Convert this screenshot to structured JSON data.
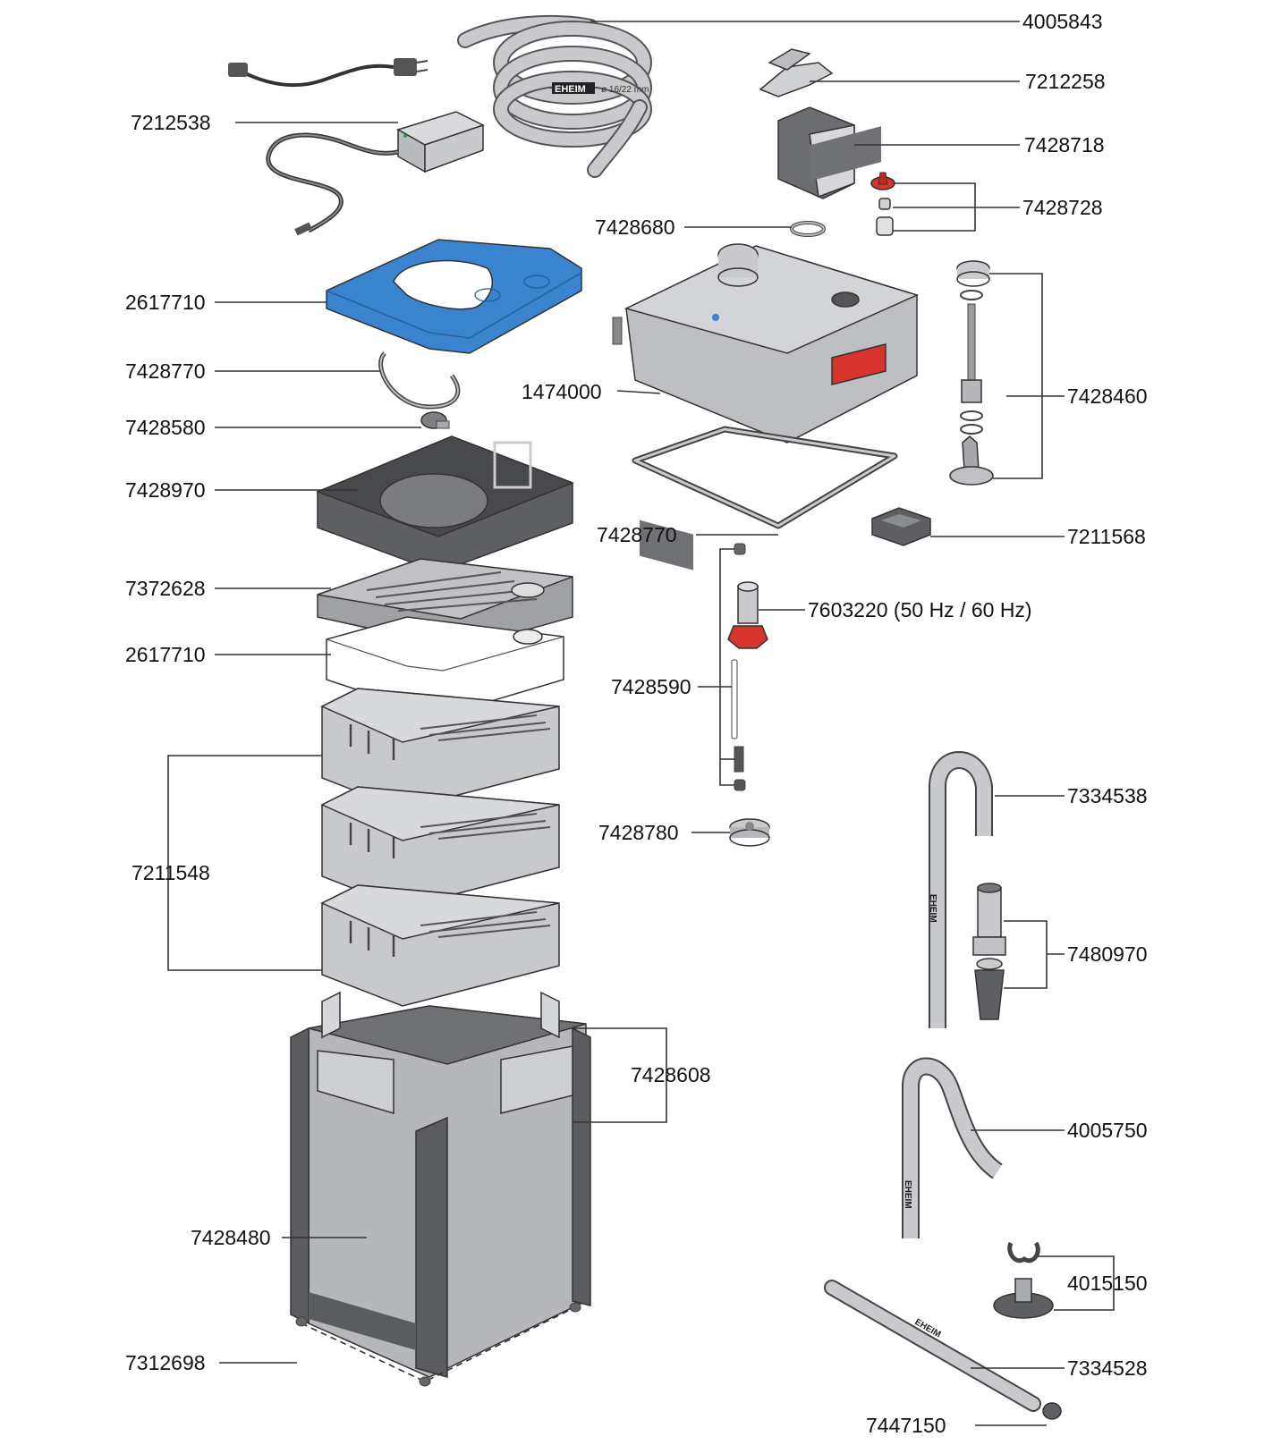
{
  "title": "EHEIM canister filter exploded spare parts diagram",
  "colors": {
    "foam_blue": "#3a83cf",
    "impeller_red": "#d8342e",
    "part_grey": "#c5c7cb",
    "dark_grey": "#5d5f63",
    "line": "#333333"
  },
  "hose_print": {
    "brand": "EHEIM",
    "size": "ø 16/22 mm"
  },
  "brand_marks": [
    "EHEIM",
    "EHEIM",
    "EHEIM"
  ],
  "parts": [
    {
      "id": "4005843",
      "label": "4005843",
      "name": "Hose ø16/22 mm"
    },
    {
      "id": "7212258",
      "label": "7212258",
      "name": "Hose clip"
    },
    {
      "id": "7428718",
      "label": "7428718",
      "name": "Adapter/shut-off valve block"
    },
    {
      "id": "7428728",
      "label": "7428728",
      "name": "Valve parts set (red knob, bushings)"
    },
    {
      "id": "7212538",
      "label": "7212538",
      "name": "Power supply with cable"
    },
    {
      "id": "7428680",
      "label": "7428680",
      "name": "Sealing ring"
    },
    {
      "id": "2617710a",
      "label": "2617710",
      "name": "Blue filter pad"
    },
    {
      "id": "7428770a",
      "label": "7428770",
      "name": "Sealing ring (top)"
    },
    {
      "id": "1474000",
      "label": "1474000",
      "name": "Pump head"
    },
    {
      "id": "7428460",
      "label": "7428460",
      "name": "Priming / rod assembly"
    },
    {
      "id": "7428580",
      "label": "7428580",
      "name": "Small clip"
    },
    {
      "id": "7428970",
      "label": "7428970",
      "name": "Pre-filter tray"
    },
    {
      "id": "7428770b",
      "label": "7428770",
      "name": "Sealing ring (pump head)"
    },
    {
      "id": "7211568",
      "label": "7211568",
      "name": "Bracket"
    },
    {
      "id": "7372628",
      "label": "7372628",
      "name": "Filter grid"
    },
    {
      "id": "7603220",
      "label": "7603220 (50 Hz / 60 Hz)",
      "name": "Impeller"
    },
    {
      "id": "2617710b",
      "label": "2617710",
      "name": "White filter pad"
    },
    {
      "id": "7428590",
      "label": "7428590",
      "name": "Impeller shaft set"
    },
    {
      "id": "7211548",
      "label": "7211548",
      "name": "Filter basket (x3)"
    },
    {
      "id": "7428780",
      "label": "7428780",
      "name": "Impeller cover"
    },
    {
      "id": "7334538",
      "label": "7334538",
      "name": "Intake pipe"
    },
    {
      "id": "7480970",
      "label": "7480970",
      "name": "Intake strainer"
    },
    {
      "id": "7428608",
      "label": "7428608",
      "name": "Clips set"
    },
    {
      "id": "4005750",
      "label": "4005750",
      "name": "Outlet pipe"
    },
    {
      "id": "7428480",
      "label": "7428480",
      "name": "Filter canister"
    },
    {
      "id": "4015150",
      "label": "4015150",
      "name": "Suction cup with clip"
    },
    {
      "id": "7312698",
      "label": "7312698",
      "name": "Feet"
    },
    {
      "id": "7334528",
      "label": "7334528",
      "name": "Spray bar"
    },
    {
      "id": "7447150",
      "label": "7447150",
      "name": "End cap"
    }
  ]
}
